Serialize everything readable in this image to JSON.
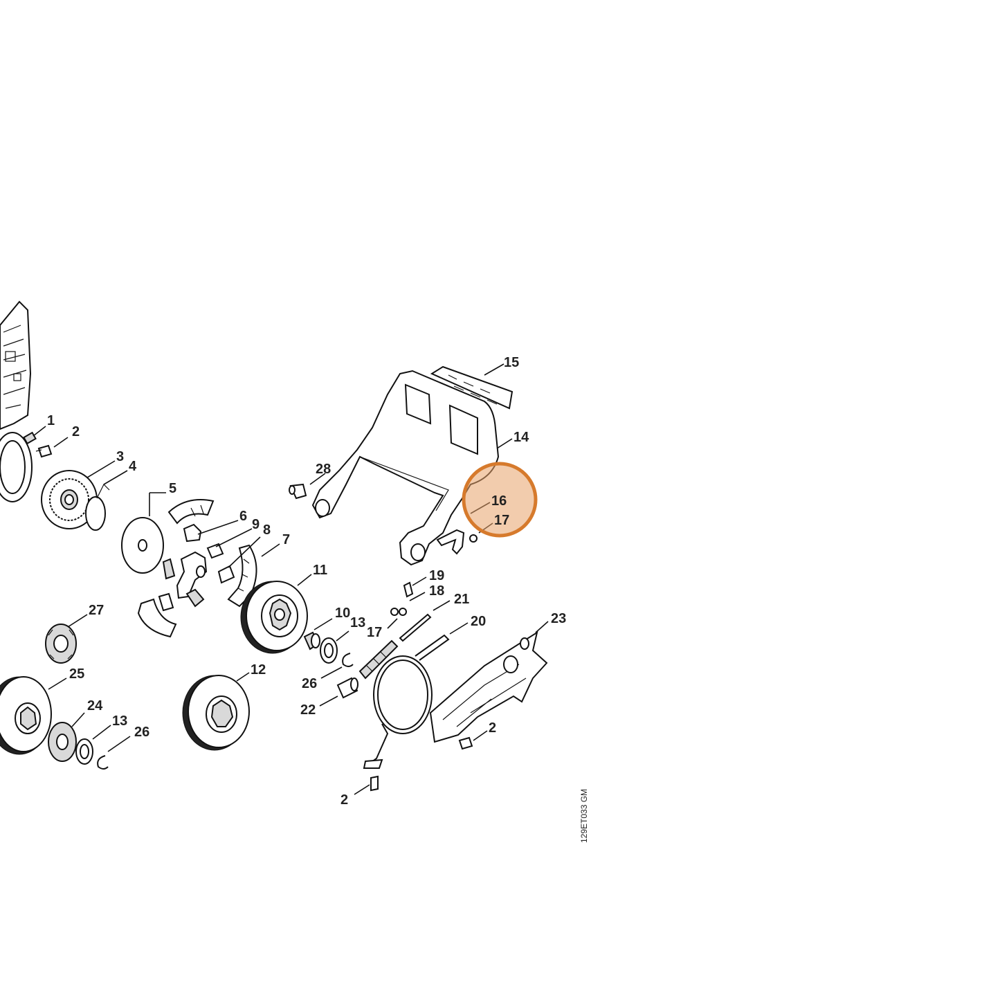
{
  "diagram": {
    "drawing_code": "129ET033 GM",
    "highlight_color": "#d67a2c",
    "callouts": [
      {
        "id": "c1",
        "text": "1"
      },
      {
        "id": "c2a",
        "text": "2"
      },
      {
        "id": "c3",
        "text": "3"
      },
      {
        "id": "c4",
        "text": "4"
      },
      {
        "id": "c5",
        "text": "5"
      },
      {
        "id": "c6",
        "text": "6"
      },
      {
        "id": "c9",
        "text": "9"
      },
      {
        "id": "c8",
        "text": "8"
      },
      {
        "id": "c7",
        "text": "7"
      },
      {
        "id": "c11",
        "text": "11"
      },
      {
        "id": "c27",
        "text": "27"
      },
      {
        "id": "c25",
        "text": "25"
      },
      {
        "id": "c12",
        "text": "12"
      },
      {
        "id": "c24",
        "text": "24"
      },
      {
        "id": "c13a",
        "text": "13"
      },
      {
        "id": "c26a",
        "text": "26"
      },
      {
        "id": "c10",
        "text": "10"
      },
      {
        "id": "c13b",
        "text": "13"
      },
      {
        "id": "c26b",
        "text": "26"
      },
      {
        "id": "c22",
        "text": "22"
      },
      {
        "id": "c17a",
        "text": "17"
      },
      {
        "id": "c19",
        "text": "19"
      },
      {
        "id": "c18",
        "text": "18"
      },
      {
        "id": "c21",
        "text": "21"
      },
      {
        "id": "c20",
        "text": "20"
      },
      {
        "id": "c23",
        "text": "23"
      },
      {
        "id": "c2b",
        "text": "2"
      },
      {
        "id": "c2c",
        "text": "2"
      },
      {
        "id": "c15",
        "text": "15"
      },
      {
        "id": "c14",
        "text": "14"
      },
      {
        "id": "c28",
        "text": "28"
      },
      {
        "id": "c16",
        "text": "16"
      },
      {
        "id": "c17b",
        "text": "17"
      }
    ]
  }
}
